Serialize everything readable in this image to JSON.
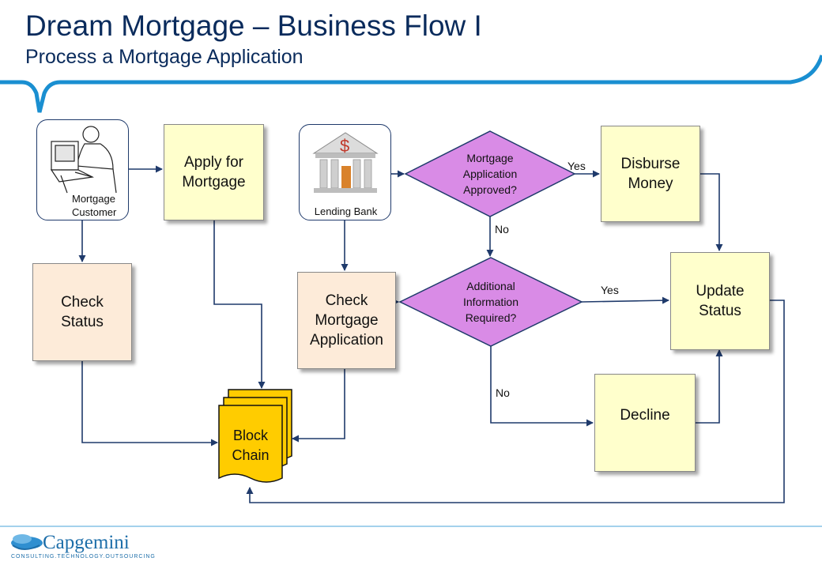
{
  "header": {
    "title": "Dream Mortgage – Business Flow I",
    "subtitle": "Process a Mortgage Application"
  },
  "nodes": {
    "customer": {
      "label": "Mortgage Customer"
    },
    "apply": {
      "label": "Apply for Mortgage"
    },
    "bank": {
      "label": "Lending Bank",
      "symbol": "$"
    },
    "approved": {
      "label": "Mortgage Application Approved?"
    },
    "disburse": {
      "label": "Disburse Money"
    },
    "check_status": {
      "label": "Check Status"
    },
    "check_app": {
      "label": "Check Mortgage Application"
    },
    "additional": {
      "label": "Additional Information Required?"
    },
    "update": {
      "label": "Update Status"
    },
    "decline": {
      "label": "Decline"
    },
    "blockchain": {
      "label": "Block Chain"
    }
  },
  "edge_labels": {
    "approved_yes": "Yes",
    "approved_no": "No",
    "additional_yes": "Yes",
    "additional_no": "No"
  },
  "footer": {
    "logo": "Capgemini",
    "tagline": "CONSULTING.TECHNOLOGY.OUTSOURCING"
  },
  "colors": {
    "title": "#0a2b5c",
    "accent_blue": "#1a8fd1",
    "process_fill": "#ffffcc",
    "check_fill": "#fdebd9",
    "decision_fill": "#d98be6",
    "blockchain_fill": "#ffcc00",
    "connector": "#1f3a6b"
  }
}
